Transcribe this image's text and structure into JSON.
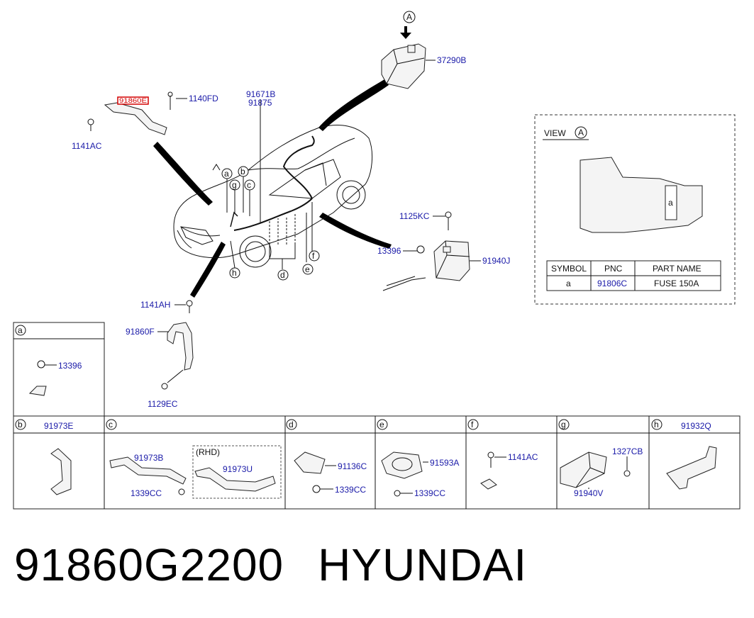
{
  "main_labels": {
    "top_a": "A",
    "p37290B": "37290B",
    "p1140FD": "1140FD",
    "p1141AC_top": "1141AC",
    "p91860E": "91860E",
    "p91671B": "91671B",
    "p91875": "91875",
    "p1125KC": "1125KC",
    "p13396_main": "13396",
    "p91940J": "91940J",
    "p1141AH": "1141AH",
    "p91860F": "91860F",
    "p1129EC": "1129EC",
    "c_a": "a",
    "c_b": "b",
    "c_c": "c",
    "c_d": "d",
    "c_e": "e",
    "c_f": "f",
    "c_g": "g",
    "c_h": "h"
  },
  "view_box": {
    "title": "VIEW",
    "title_letter": "A",
    "inner_label": "a",
    "table": {
      "headers": [
        "SYMBOL",
        "PNC",
        "PART NAME"
      ],
      "rows": [
        [
          "a",
          "91806C",
          "FUSE 150A"
        ]
      ]
    }
  },
  "detail_a": {
    "letter": "a",
    "parts": [
      "13396"
    ]
  },
  "details": [
    {
      "letter": "b",
      "parts": [
        "91973E"
      ]
    },
    {
      "letter": "c",
      "parts": [
        "91973B",
        "1339CC",
        "(RHD)",
        "91973U"
      ]
    },
    {
      "letter": "d",
      "parts": [
        "91136C",
        "1339CC"
      ]
    },
    {
      "letter": "e",
      "parts": [
        "91593A",
        "1339CC"
      ]
    },
    {
      "letter": "f",
      "parts": [
        "1141AC"
      ]
    },
    {
      "letter": "g",
      "parts": [
        "1327CB",
        "91940V"
      ]
    },
    {
      "letter": "h",
      "parts": [
        "91932Q"
      ]
    }
  ],
  "footer": {
    "part_number": "91860G2200",
    "brand": "HYUNDAI"
  },
  "colors": {
    "part_number": "#1a1aa8",
    "highlight": "#d40000"
  }
}
